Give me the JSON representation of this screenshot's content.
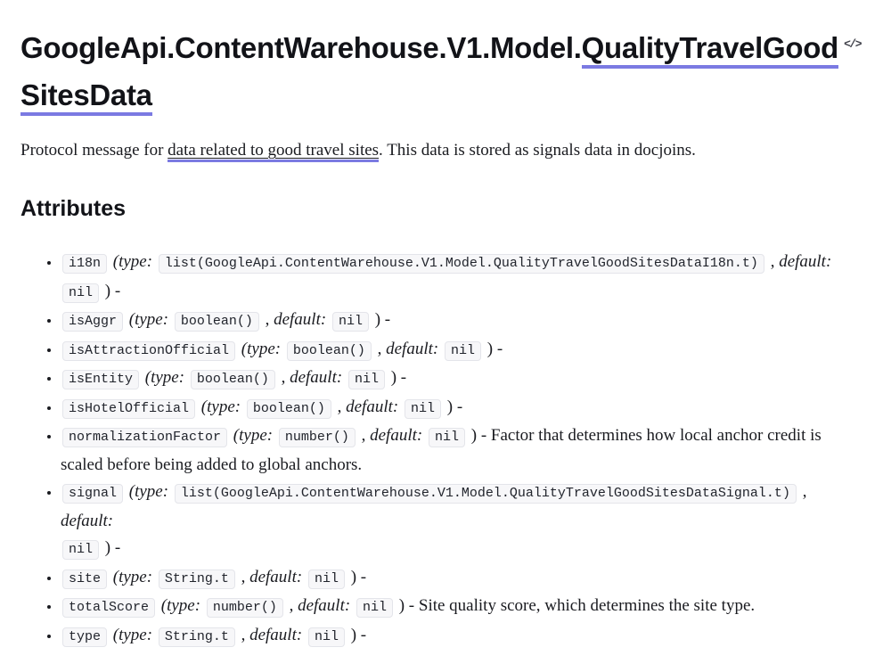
{
  "page": {
    "title_prefix": "GoogleApi.ContentWarehouse.V1.Model.",
    "title_link_text": "QualityTravelGoodSitesData",
    "view_source_icon": "</>",
    "intro": {
      "prefix": "Protocol message for ",
      "link_text": "data related to good travel sites",
      "suffix": ". This data is stored as signals data in docjoins."
    },
    "attributes_heading": "Attributes"
  },
  "labels": {
    "open_paren": "(",
    "type": "type:",
    "comma": ",",
    "default": "default:",
    "close_paren": ")",
    "dash": "-"
  },
  "colors": {
    "link_underline": "#7b7ae2",
    "code_chip_bg": "#f7f7f9",
    "code_chip_border": "#e4e5ea",
    "heading_text": "#121318",
    "body_text": "#1a1b20"
  },
  "attributes": [
    {
      "name": "i18n",
      "type": "list(GoogleApi.ContentWarehouse.V1.Model.QualityTravelGoodSitesDataI18n.t)",
      "default": "nil",
      "description": "",
      "wrap_before_default_value": true
    },
    {
      "name": "isAggr",
      "type": "boolean()",
      "default": "nil",
      "description": ""
    },
    {
      "name": "isAttractionOfficial",
      "type": "boolean()",
      "default": "nil",
      "description": ""
    },
    {
      "name": "isEntity",
      "type": "boolean()",
      "default": "nil",
      "description": ""
    },
    {
      "name": "isHotelOfficial",
      "type": "boolean()",
      "default": "nil",
      "description": ""
    },
    {
      "name": "normalizationFactor",
      "type": "number()",
      "default": "nil",
      "description": "Factor that determines how local anchor credit is scaled before being added to global anchors."
    },
    {
      "name": "signal",
      "type": "list(GoogleApi.ContentWarehouse.V1.Model.QualityTravelGoodSitesDataSignal.t)",
      "default": "nil",
      "description": "",
      "wrap_before_default_value": true
    },
    {
      "name": "site",
      "type": "String.t",
      "default": "nil",
      "description": ""
    },
    {
      "name": "totalScore",
      "type": "number()",
      "default": "nil",
      "description": "Site quality score, which determines the site type."
    },
    {
      "name": "type",
      "type": "String.t",
      "default": "nil",
      "description": ""
    }
  ]
}
